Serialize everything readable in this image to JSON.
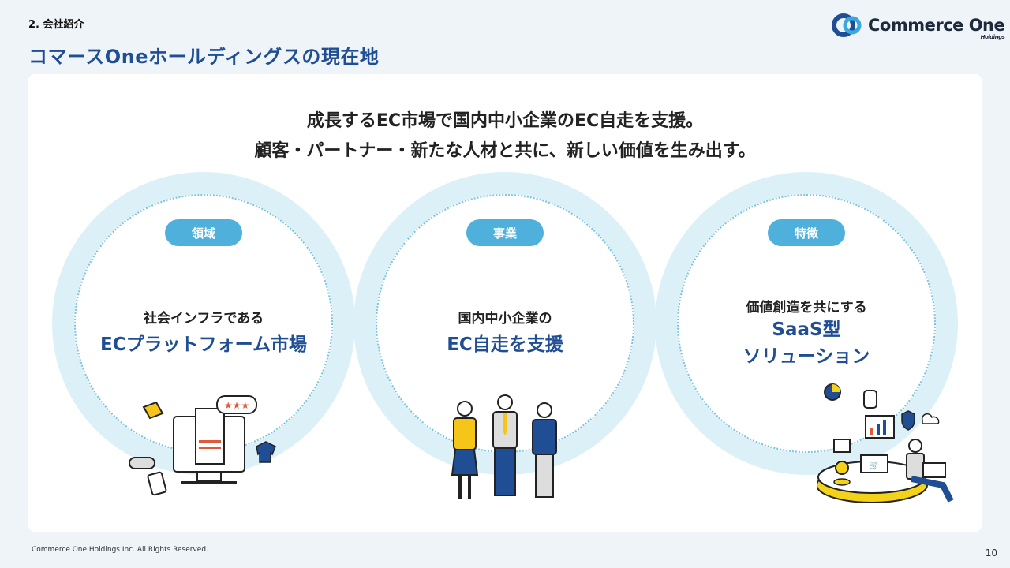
{
  "header": {
    "section": "2. 会社紹介",
    "title": "コマースOneホールディングスの現在地"
  },
  "logo": {
    "name": "Commerce One",
    "sub": "Holdings"
  },
  "lead": {
    "line1": "成長するEC市場で国内中小企業のEC自走を支援。",
    "line2": "顧客・パートナー・新たな人材と共に、新しい価値を生み出す。"
  },
  "circles": [
    {
      "tag": "領域",
      "line1": "社会インフラである",
      "line2": "ECプラットフォーム市場"
    },
    {
      "tag": "事業",
      "line1": "国内中小企業の",
      "line2": "EC自走を支援"
    },
    {
      "tag": "特徴",
      "line1": "価値創造を共にする",
      "line2": "SaaS型",
      "line3": "ソリューション"
    }
  ],
  "footer": {
    "copyright": "Commerce One Holdings Inc. All Rights Reserved.",
    "page": "10"
  },
  "colors": {
    "accent": "#1f4e94",
    "pill": "#4fb0dc",
    "ring": "#dcf0f8"
  }
}
